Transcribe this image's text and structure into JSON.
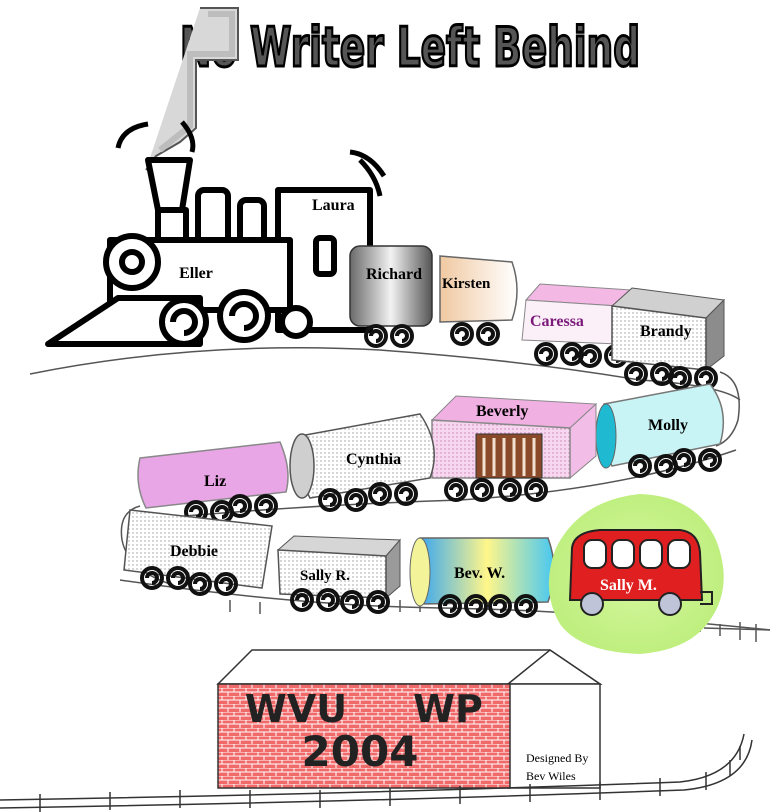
{
  "title": "No Writer Left Behind",
  "cars": {
    "laura": "Laura",
    "eller": "Eller",
    "richard": "Richard",
    "kirsten": "Kirsten",
    "caressa": "Caressa",
    "brandy": "Brandy",
    "beverly": "Beverly",
    "molly": "Molly",
    "cynthia": "Cynthia",
    "liz": "Liz",
    "debbie": "Debbie",
    "sally_r": "Sally R.",
    "bev_w": "Bev. W.",
    "sally_m": "Sally M."
  },
  "station": {
    "line1_left": "WVU",
    "line1_right": "WP",
    "year": "2004"
  },
  "credit": {
    "line1": "Designed By",
    "line2": "Bev Wiles"
  },
  "colors": {
    "caressa_text": "#7a1a7a",
    "sally_m_text": "#ffffff",
    "bus": "#e02020",
    "grass": "#c8f08a",
    "liz": "#e9a6e6",
    "caressa": "#f3b8e4",
    "beverly": "#f0b0e2",
    "molly": "#c8f4f6",
    "sign": "#f07070"
  }
}
